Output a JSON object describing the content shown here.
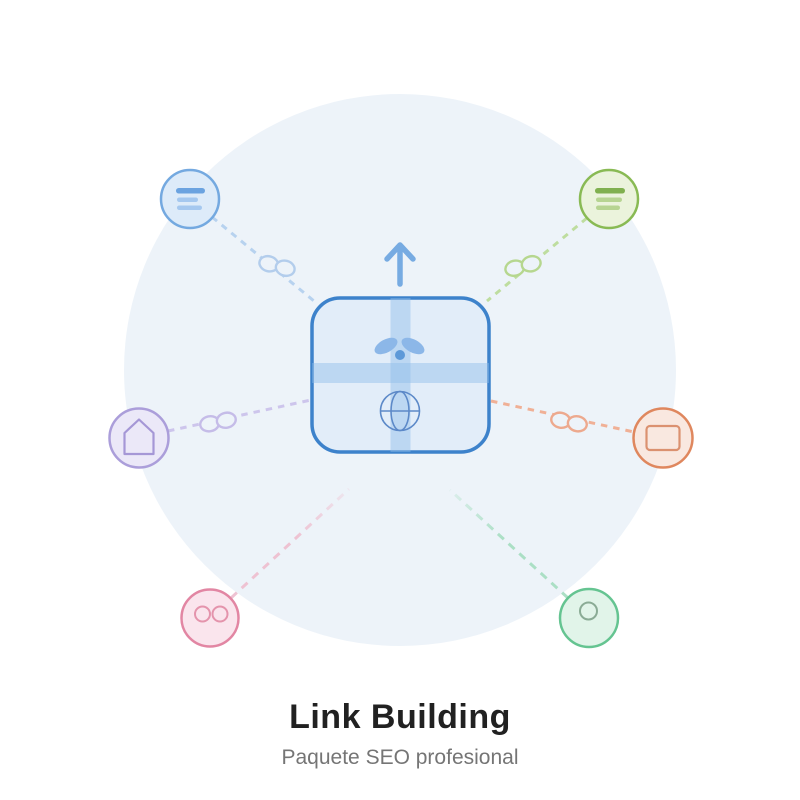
{
  "illustration": {
    "title": "Link Building",
    "subtitle": "Paquete SEO profesional",
    "title_color": "#212121",
    "subtitle_color": "#757575",
    "background_circle_color": "#edf3f9",
    "center": {
      "name": "gift-box",
      "fill": "#e2edf9",
      "border": "#3d82cb",
      "ribbon": "#8dbce9",
      "arrow_icon": "up-arrow-icon",
      "arrow_color": "#77abe2",
      "sprout_icon": "sprout-icon",
      "sprout_color": "#8cb7e8",
      "sprout_dot_color": "#5d99d8",
      "globe_icon": "globe-icon",
      "globe_color": "#5c89c8"
    },
    "nodes": [
      {
        "id": "top-left",
        "icon": "text-lines-icon",
        "border": "#74a9e0",
        "fill": "#ddebf9",
        "accent": "#6ba3e0",
        "accent_light": "#a5c8ef",
        "line": "#b7d2ef",
        "chain_color": "#b3cdec",
        "has_chain": true
      },
      {
        "id": "top-right",
        "icon": "list-lines-icon",
        "border": "#89ba54",
        "fill": "#ebf3dc",
        "accent": "#80b04f",
        "accent_light": "#b7d492",
        "line": "#bedd9f",
        "chain_color": "#b6d78f",
        "has_chain": true
      },
      {
        "id": "mid-left",
        "icon": "home-icon",
        "border": "#ab9eda",
        "fill": "#ebe8f8",
        "accent": "#a597d6",
        "accent_light": "#a597d6",
        "line": "#cdc5ec",
        "chain_color": "#c5bce8",
        "has_chain": true
      },
      {
        "id": "mid-right",
        "icon": "card-icon",
        "border": "#df875e",
        "fill": "#f9e8e0",
        "accent": "#db9170",
        "accent_light": "#db9170",
        "line": "#f0b096",
        "chain_color": "#eda98e",
        "has_chain": true
      },
      {
        "id": "bottom-left",
        "icon": "two-circles-icon",
        "border": "#e286a3",
        "fill": "#fae5ed",
        "accent": "#e494ac",
        "accent_light": "#e494ac",
        "line": "#eec2d2",
        "chain_color": null,
        "has_chain": false
      },
      {
        "id": "bottom-right",
        "icon": "circle-icon",
        "border": "#65c491",
        "fill": "#e1f4e9",
        "accent": "#8aab95",
        "accent_light": "#8aab95",
        "line": "#abdfc5",
        "chain_color": null,
        "has_chain": false
      }
    ],
    "link_icon_name": "chain-link-icon"
  }
}
